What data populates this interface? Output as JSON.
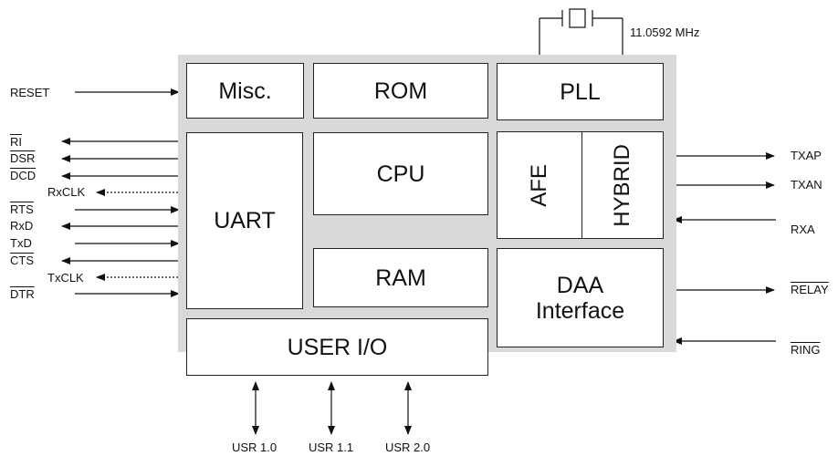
{
  "crystal": {
    "frequency": "11.0592 MHz"
  },
  "blocks": {
    "misc": "Misc.",
    "rom": "ROM",
    "pll": "PLL",
    "uart": "UART",
    "cpu": "CPU",
    "afe": "AFE",
    "hybrid": "HYBRID",
    "ram": "RAM",
    "daa_line1": "DAA",
    "daa_line2": "Interface",
    "user_io": "USER I/O"
  },
  "left_signals": {
    "reset": "RESET",
    "ri": "RI",
    "dsr": "DSR",
    "dcd": "DCD",
    "rxclk": "RxCLK",
    "rts": "RTS",
    "rxd": "RxD",
    "txd": "TxD",
    "cts": "CTS",
    "txclk": "TxCLK",
    "dtr": "DTR"
  },
  "right_signals": {
    "txap": "TXAP",
    "txan": "TXAN",
    "rxa": "RXA",
    "relay": "RELAY",
    "ring": "RING"
  },
  "bottom_signals": {
    "usr10": "USR 1.0",
    "usr11": "USR 1.1",
    "usr20": "USR 2.0"
  },
  "colors": {
    "chip_background": "#d9d9d9",
    "block_fill": "#ffffff",
    "line": "#111111"
  }
}
